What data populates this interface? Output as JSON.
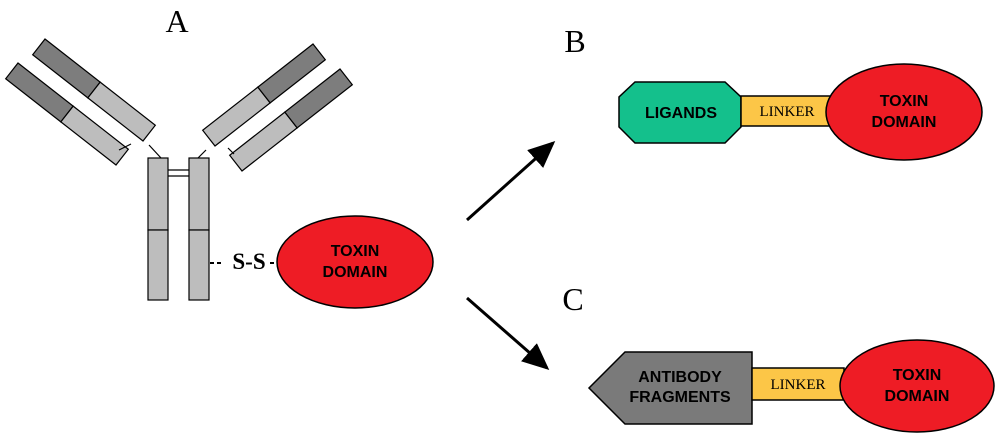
{
  "panels": {
    "a": {
      "letter": "A",
      "disulfide": "S-S",
      "toxin": [
        "TOXIN",
        "DOMAIN"
      ]
    },
    "b": {
      "letter": "B",
      "ligand": "LIGANDS",
      "linker": "LINKER",
      "toxin": [
        "TOXIN",
        "DOMAIN"
      ]
    },
    "c": {
      "letter": "C",
      "antibody": [
        "ANTIBODY",
        "FRAGMENTS"
      ],
      "linker": "LINKER",
      "toxin": [
        "TOXIN",
        "DOMAIN"
      ]
    }
  },
  "colors": {
    "toxin": "#ee1c25",
    "ligand": "#14c08c",
    "linker": "#fcc647",
    "antibody_fragment": "#7a7a7a",
    "chain_light": "#bdbdbd",
    "chain_dark": "#7d7d7d",
    "outline": "#000000"
  }
}
